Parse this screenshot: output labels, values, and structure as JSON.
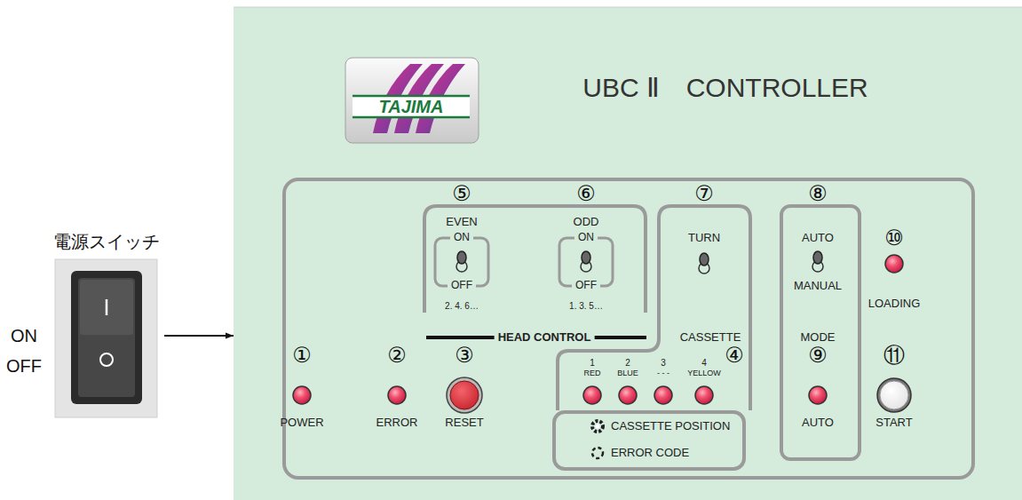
{
  "diagram": {
    "nodes": [
      {
        "text": [
          "UBC Ⅱ　CONTROLLER"
        ]
      },
      {
        "text": [
          "TAJIMA"
        ],
        "in": 0
      },
      {
        "text": [
          "①",
          "POWER",
          "②",
          "ERROR",
          "③",
          "RESET",
          "⑩",
          "LOADING",
          "⑪",
          "START"
        ],
        "in": 0
      },
      {
        "text": [
          "HEAD CONTROL"
        ],
        "in": 2
      },
      {
        "text": [
          "⑤",
          "EVEN",
          "ON",
          "OFF",
          "2. 4. 6…"
        ],
        "in": 3
      },
      {
        "text": [
          "⑥",
          "ODD",
          "ON",
          "OFF",
          "1. 3. 5…"
        ],
        "in": 3
      },
      {
        "text": [
          "⑦",
          "TURN",
          "CASSETTE",
          "④",
          "1",
          "RED",
          "2",
          "BLUE",
          "3",
          "- - -",
          "4",
          "YELLOW"
        ],
        "in": 2
      },
      {
        "text": [
          "CASSETTE POSITION",
          "ERROR CODE"
        ],
        "in": 2
      },
      {
        "text": [
          "⑧",
          "AUTO",
          "MANUAL",
          "MODE",
          "⑨",
          "AUTO"
        ],
        "in": 2
      },
      {
        "text": [
          "電源スイッチ"
        ]
      }
    ],
    "edges": [
      {
        "from": 9,
        "to": 0,
        "arrow": "to"
      }
    ],
    "labels": [
      "ON",
      "OFF"
    ]
  }
}
